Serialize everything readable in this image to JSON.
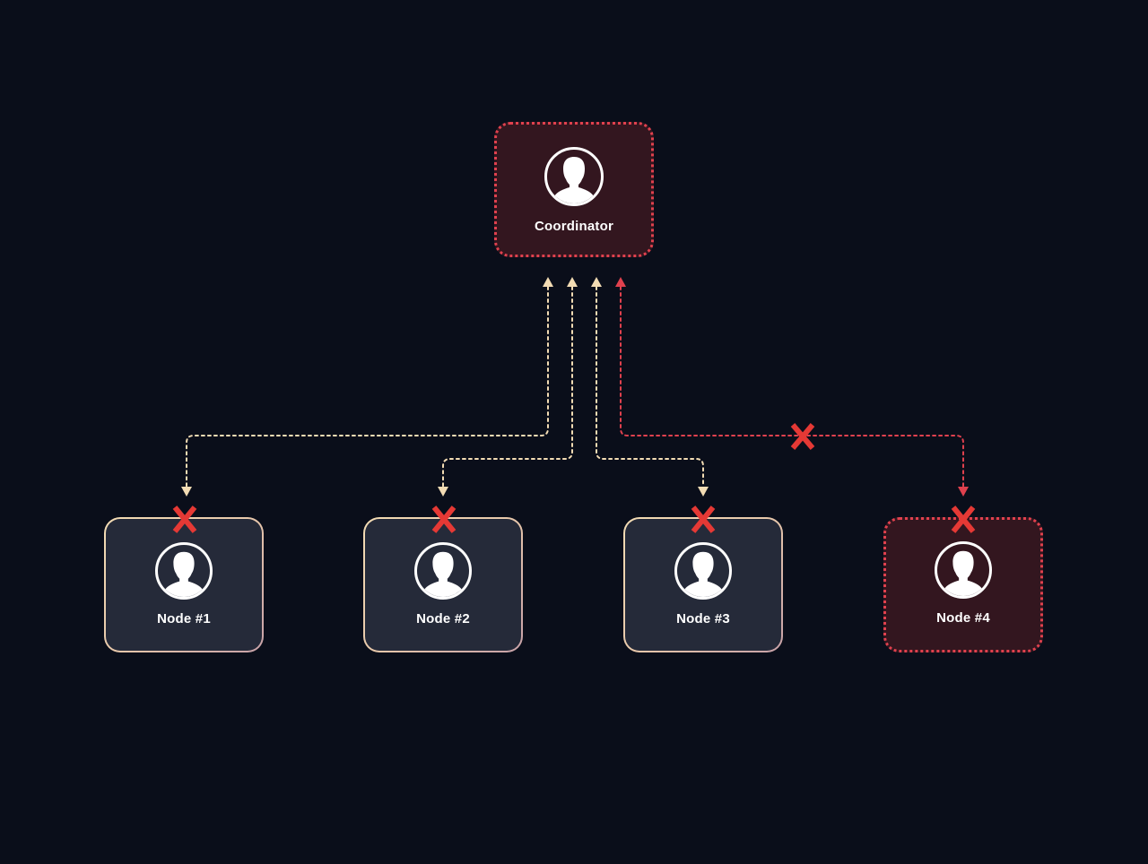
{
  "coordinator": {
    "label": "Coordinator",
    "icon": "user-avatar-icon"
  },
  "nodes": [
    {
      "label": "Node #1",
      "status": "healthy",
      "icon": "user-avatar-icon"
    },
    {
      "label": "Node #2",
      "status": "healthy",
      "icon": "user-avatar-icon"
    },
    {
      "label": "Node #3",
      "status": "healthy",
      "icon": "user-avatar-icon"
    },
    {
      "label": "Node #4",
      "status": "failed",
      "icon": "user-avatar-icon"
    }
  ],
  "connections": [
    {
      "from": "Coordinator",
      "to": "Node #1",
      "style": "dotted",
      "status": "ok",
      "blocked_at_target": true
    },
    {
      "from": "Coordinator",
      "to": "Node #2",
      "style": "dotted",
      "status": "ok",
      "blocked_at_target": true
    },
    {
      "from": "Coordinator",
      "to": "Node #3",
      "style": "dotted",
      "status": "ok",
      "blocked_at_target": true
    },
    {
      "from": "Coordinator",
      "to": "Node #4",
      "style": "dotted",
      "status": "failed",
      "blocked_at_target": true,
      "blocked_midway": true
    }
  ],
  "colors": {
    "background": "#0a0e1a",
    "ok_line": "#f3dcb4",
    "failed_line": "#e0414e",
    "x_mark": "#e53935",
    "healthy_card": "#252a39",
    "failed_card": "#33161f"
  }
}
